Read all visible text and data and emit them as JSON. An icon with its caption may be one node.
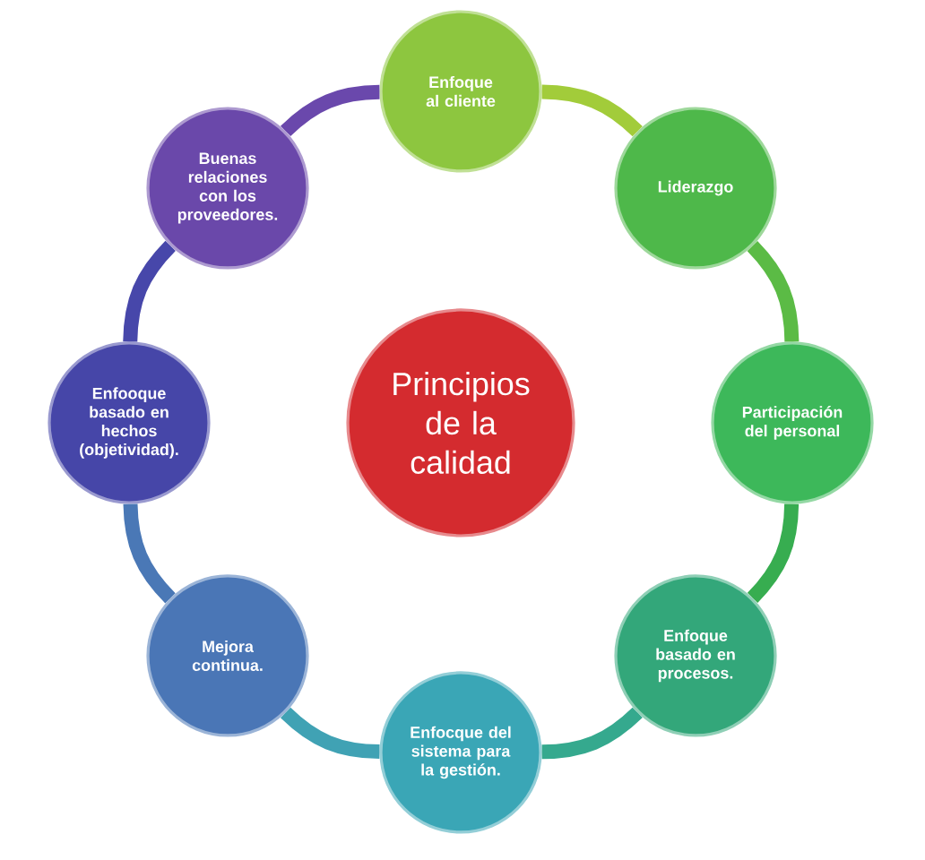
{
  "diagram": {
    "nodes": [
      {
        "text": [
          "Principios de la calidad"
        ]
      },
      {
        "text": [
          "Enfoque al cliente"
        ]
      },
      {
        "text": [
          "Liderazgo"
        ]
      },
      {
        "text": [
          "Participación del personal"
        ]
      },
      {
        "text": [
          "Enfoque basado en procesos."
        ]
      },
      {
        "text": [
          "Enfocque del sistema para la gestión."
        ]
      },
      {
        "text": [
          "Mejora continua."
        ]
      },
      {
        "text": [
          "Enfooque basado en hechos (objetividad)."
        ]
      },
      {
        "text": [
          "Buenas relaciones con los proveedores."
        ]
      }
    ],
    "edges": [
      {
        "from": 1,
        "to": 2,
        "arrow": "none",
        "color": "#a2cc3a"
      },
      {
        "from": 2,
        "to": 3,
        "arrow": "none",
        "color": "#5bbb45"
      },
      {
        "from": 3,
        "to": 4,
        "arrow": "none",
        "color": "#37ad50"
      },
      {
        "from": 4,
        "to": 5,
        "arrow": "none",
        "color": "#35a98e"
      },
      {
        "from": 5,
        "to": 6,
        "arrow": "none",
        "color": "#40a2b4"
      },
      {
        "from": 6,
        "to": 7,
        "arrow": "none",
        "color": "#4a78b6"
      },
      {
        "from": 7,
        "to": 8,
        "arrow": "none",
        "color": "#4747aa"
      },
      {
        "from": 8,
        "to": 1,
        "arrow": "none",
        "color": "#6a48ac"
      }
    ]
  }
}
